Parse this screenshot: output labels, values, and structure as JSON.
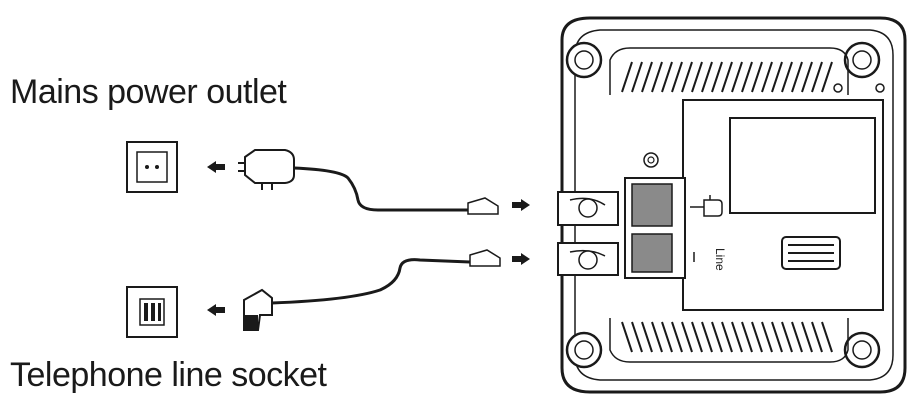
{
  "labels": {
    "mains_power_outlet": "Mains power outlet",
    "telephone_line_socket": "Telephone line socket",
    "line_port": "Line"
  },
  "icons": {
    "power_port": "plug-icon",
    "copyright_mark": "c-mark-icon"
  },
  "colors": {
    "stroke": "#1a1a1a",
    "port_fill": "#8a8a8a",
    "background": "#ffffff"
  }
}
